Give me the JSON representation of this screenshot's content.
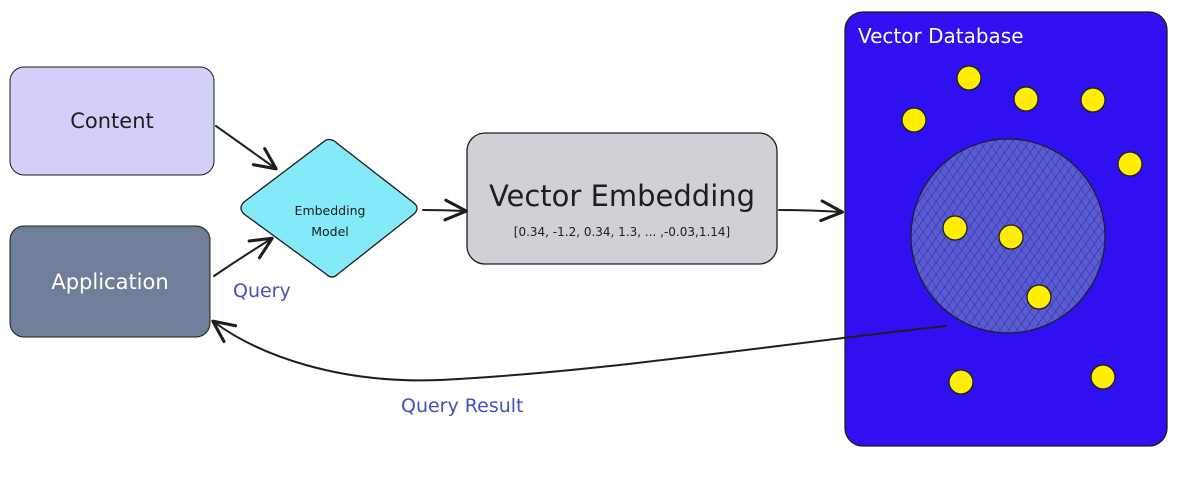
{
  "diagram": {
    "content_label": "Content",
    "application_label": "Application",
    "embedding_model_line1": "Embedding",
    "embedding_model_line2": "Model",
    "vector_embedding_title": "Vector Embedding",
    "vector_embedding_values": "[0.34, -1.2, 0.34, 1.3, ... ,-0.03,1.14]",
    "vector_database_label": "Vector Database",
    "query_label": "Query",
    "query_result_label": "Query Result"
  },
  "colors": {
    "content_fill": "#d0d0fb",
    "application_fill": "#6f7f99",
    "embedding_model_fill": "#84eaf8",
    "vector_embedding_fill": "#cfd1d6",
    "vector_database_fill": "#2f10f0",
    "cluster_fill": "#5a5cd1",
    "dot_fill": "#ffee00",
    "edge_label": "#4550b8",
    "stroke": "#1e1e1e"
  }
}
